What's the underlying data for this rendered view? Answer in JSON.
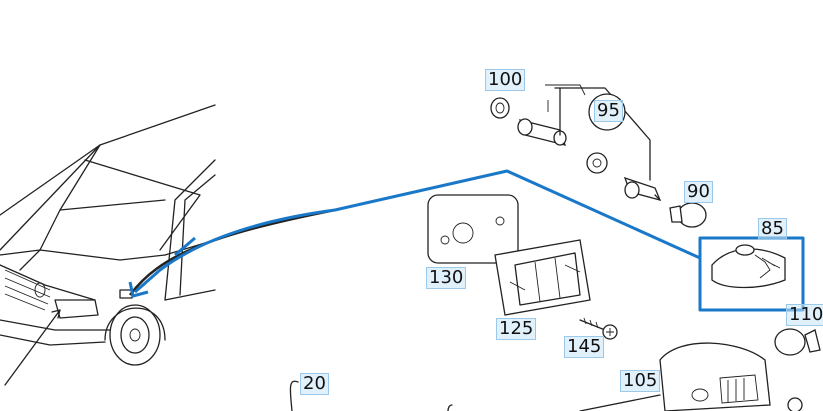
{
  "parts": [
    {
      "id": "p100",
      "label": "100"
    },
    {
      "id": "p95",
      "label": "95"
    },
    {
      "id": "p90",
      "label": "90"
    },
    {
      "id": "p85",
      "label": "85"
    },
    {
      "id": "p110",
      "label": "110"
    },
    {
      "id": "p130",
      "label": "130"
    },
    {
      "id": "p125",
      "label": "125"
    },
    {
      "id": "p145",
      "label": "145"
    },
    {
      "id": "p105",
      "label": "105"
    },
    {
      "id": "p20",
      "label": "20"
    }
  ],
  "colors": {
    "highlight": "#1a78c8",
    "label_bg": "#cfe8f8",
    "ink": "#222222"
  },
  "highlighted_part": "85"
}
